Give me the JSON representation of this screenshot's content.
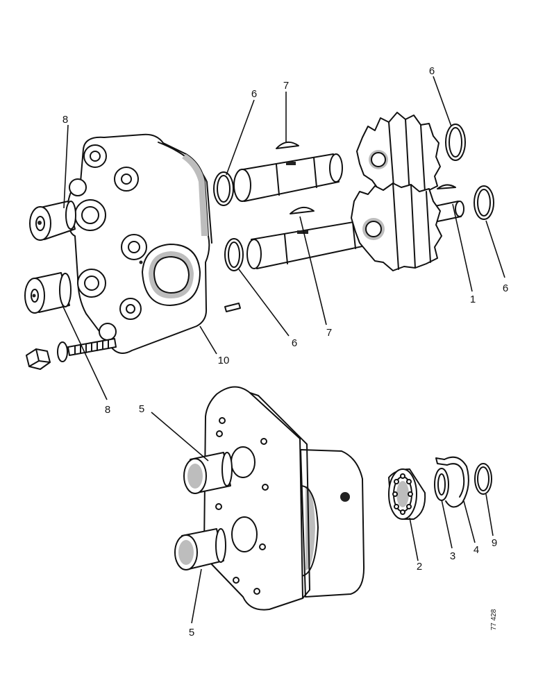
{
  "callouts": {
    "c1": "1",
    "c2": "2",
    "c3": "3",
    "c4": "4",
    "c5a": "5",
    "c5b": "5",
    "c6a": "6",
    "c6b": "6",
    "c6c": "6",
    "c6d": "6",
    "c7a": "7",
    "c7b": "7",
    "c8a": "8",
    "c8b": "8",
    "c9": "9",
    "c10": "10"
  },
  "reference_code": "77 428"
}
